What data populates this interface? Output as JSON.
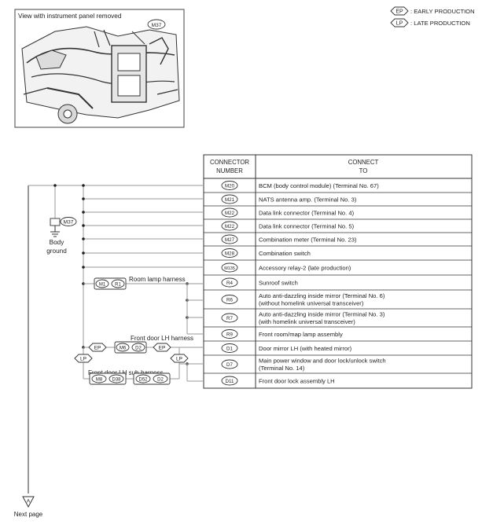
{
  "figure": {
    "inset_caption": "View with instrument panel removed",
    "inset_callout": "M37"
  },
  "legend": [
    {
      "badge": "EP",
      "text": ": EARLY PRODUCTION"
    },
    {
      "badge": "LP",
      "text": ": LATE PRODUCTION"
    }
  ],
  "table": {
    "header_number": [
      "CONNECTOR",
      "NUMBER"
    ],
    "header_connect": [
      "CONNECT",
      "TO"
    ],
    "rows": [
      {
        "connector": "M20",
        "lines": [
          "BCM (body control module) (Terminal No. 67)"
        ]
      },
      {
        "connector": "M21",
        "lines": [
          "NATS antenna amp. (Terminal No. 3)"
        ]
      },
      {
        "connector": "M22",
        "lines": [
          "Data link connector (Terminal No. 4)"
        ]
      },
      {
        "connector": "M22",
        "lines": [
          "Data link connector (Terminal No. 5)"
        ]
      },
      {
        "connector": "M27",
        "lines": [
          "Combination meter (Terminal No. 23)"
        ]
      },
      {
        "connector": "M28",
        "lines": [
          "Combination switch"
        ]
      },
      {
        "connector": "M135",
        "lines": [
          "Accessory relay-2 (late production)"
        ]
      },
      {
        "connector": "R4",
        "lines": [
          "Sunroof switch"
        ]
      },
      {
        "connector": "R6",
        "lines": [
          "Auto anti-dazzling inside mirror (Terminal No. 6)",
          "(without homelink universal transceiver)"
        ]
      },
      {
        "connector": "R7",
        "lines": [
          "Auto anti-dazzling inside mirror (Terminal No. 3)",
          "(with homelink universal transceiver)"
        ]
      },
      {
        "connector": "R9",
        "lines": [
          "Front room/map lamp assembly"
        ]
      },
      {
        "connector": "D1",
        "lines": [
          "Door mirror LH (with heated mirror)"
        ]
      },
      {
        "connector": "D7",
        "lines": [
          "Main power window and door lock/unlock switch",
          "(Terminal No. 14)"
        ]
      },
      {
        "connector": "D11",
        "lines": [
          "Front door lock assembly LH"
        ]
      }
    ]
  },
  "wiring": {
    "ground_connector": "M37",
    "ground_label": [
      "Body",
      "ground"
    ],
    "room_lamp_harness": "Room lamp harness",
    "room_lamp_connectors": [
      "M1",
      "R1"
    ],
    "front_door_harness": "Front door LH harness",
    "front_door_connectors": [
      "M6",
      "D2"
    ],
    "sub_harness": "Front door LH sub-harness",
    "sub_harness_connectors": [
      "M8",
      "D38",
      "D52",
      "D2"
    ],
    "badge_ep": "EP",
    "badge_lp": "LP",
    "next_badge": "A",
    "next_label": "Next page"
  }
}
